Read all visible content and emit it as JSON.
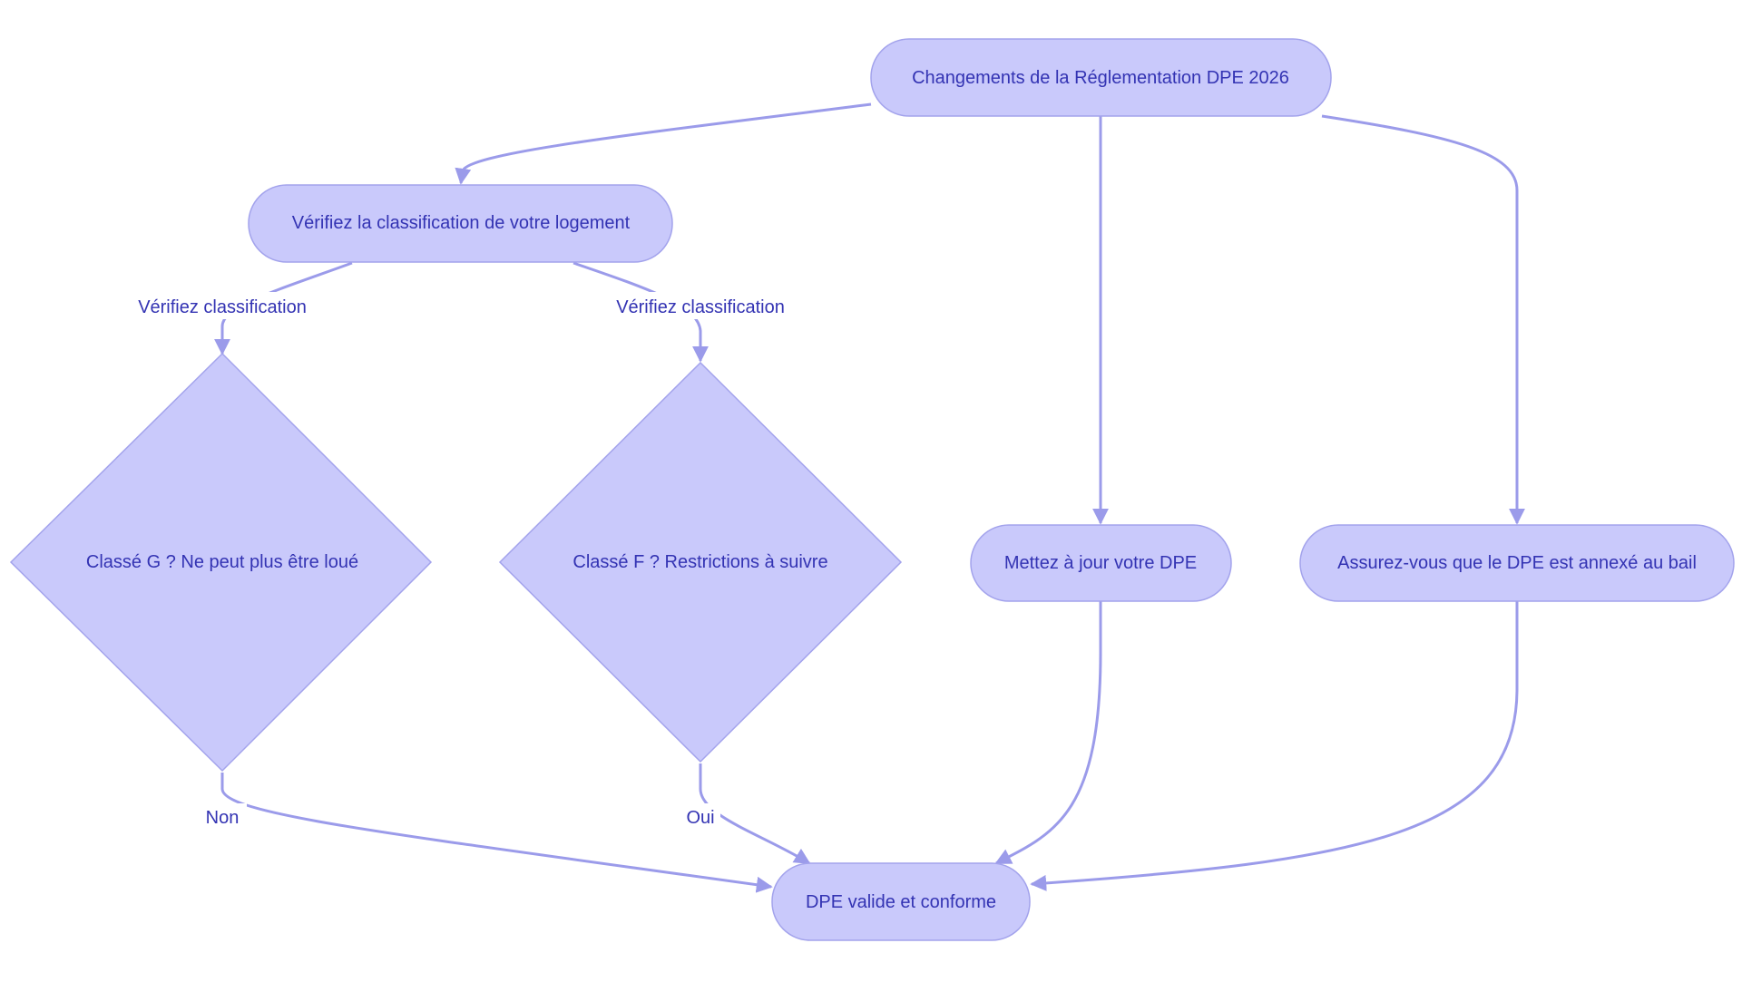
{
  "nodes": {
    "root": "Changements de la Réglementation DPE 2026",
    "verify": "Vérifiez la classification de votre logement",
    "class_g": "Classé G ? Ne peut plus être loué",
    "class_f": "Classé F ? Restrictions à suivre",
    "update": "Mettez à jour votre DPE",
    "annex": "Assurez-vous que le DPE est annexé au bail",
    "valid": "DPE valide et conforme"
  },
  "edge_labels": {
    "verify_to_g": "Vérifiez classification",
    "verify_to_f": "Vérifiez classification",
    "g_to_valid": "Non",
    "f_to_valid": "Oui"
  },
  "colors": {
    "node_fill": "#c9c9fb",
    "node_stroke": "#a3a3ec",
    "edge": "#9b9bea",
    "text": "#3333b3"
  }
}
